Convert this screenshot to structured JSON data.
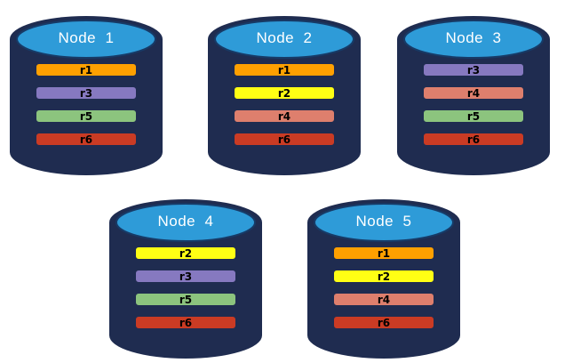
{
  "colors": {
    "background": "#FFFFFF",
    "cylinder_body": "#1F2C50",
    "cylinder_top_fill": "#2E9BD8",
    "cylinder_top_stroke": "#173A66",
    "bar_border": "#1F2C50",
    "bar_text": "#000000",
    "title_text": "#FFFFFF"
  },
  "replica_colors": {
    "r1": "#FFA000",
    "r2": "#FFFF14",
    "r3": "#8679C0",
    "r4": "#DE7F6D",
    "r5": "#8CC47E",
    "r6": "#CA3B24"
  },
  "nodes": [
    {
      "title": "Node  1",
      "replicas": [
        {
          "label": "r1",
          "color": "#FFA000"
        },
        {
          "label": "r3",
          "color": "#8679C0"
        },
        {
          "label": "r5",
          "color": "#8CC47E"
        },
        {
          "label": "r6",
          "color": "#CA3B24"
        }
      ]
    },
    {
      "title": "Node  2",
      "replicas": [
        {
          "label": "r1",
          "color": "#FFA000"
        },
        {
          "label": "r2",
          "color": "#FFFF14"
        },
        {
          "label": "r4",
          "color": "#DE7F6D"
        },
        {
          "label": "r6",
          "color": "#CA3B24"
        }
      ]
    },
    {
      "title": "Node  3",
      "replicas": [
        {
          "label": "r3",
          "color": "#8679C0"
        },
        {
          "label": "r4",
          "color": "#DE7F6D"
        },
        {
          "label": "r5",
          "color": "#8CC47E"
        },
        {
          "label": "r6",
          "color": "#CA3B24"
        }
      ]
    },
    {
      "title": "Node  4",
      "replicas": [
        {
          "label": "r2",
          "color": "#FFFF14"
        },
        {
          "label": "r3",
          "color": "#8679C0"
        },
        {
          "label": "r5",
          "color": "#8CC47E"
        },
        {
          "label": "r6",
          "color": "#CA3B24"
        }
      ]
    },
    {
      "title": "Node  5",
      "replicas": [
        {
          "label": "r1",
          "color": "#FFA000"
        },
        {
          "label": "r2",
          "color": "#FFFF14"
        },
        {
          "label": "r4",
          "color": "#DE7F6D"
        },
        {
          "label": "r6",
          "color": "#CA3B24"
        }
      ]
    }
  ]
}
